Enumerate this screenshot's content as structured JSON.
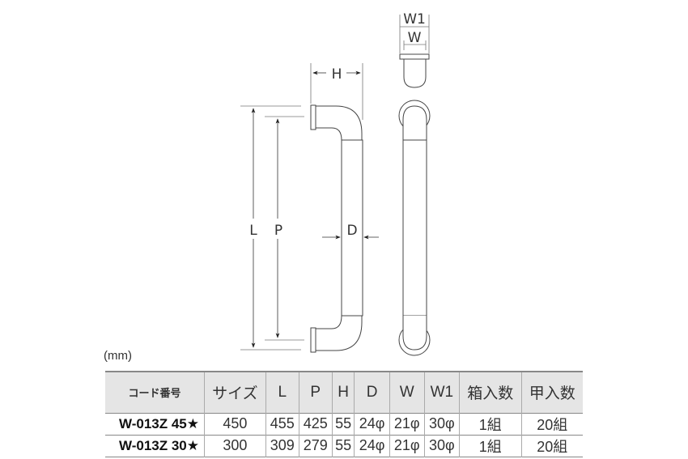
{
  "diagram": {
    "labels": {
      "L": "L",
      "P": "P",
      "H": "H",
      "D": "D",
      "W": "W",
      "W1": "W1"
    }
  },
  "table": {
    "unit": "(mm)",
    "headers": [
      "コード番号",
      "サイズ",
      "L",
      "P",
      "H",
      "D",
      "W",
      "W1",
      "箱入数",
      "甲入数"
    ],
    "rows": [
      [
        "W-013Z 45★",
        "450",
        "455",
        "425",
        "55",
        "24φ",
        "21φ",
        "30φ",
        "1組",
        "20組"
      ],
      [
        "W-013Z 30★",
        "300",
        "309",
        "279",
        "55",
        "24φ",
        "21φ",
        "30φ",
        "1組",
        "20組"
      ]
    ]
  }
}
